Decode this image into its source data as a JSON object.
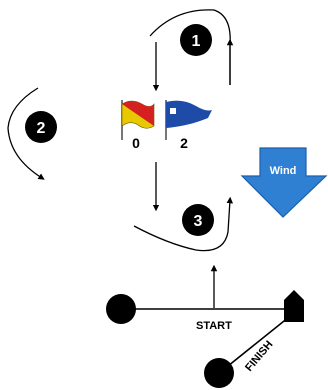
{
  "marks": [
    {
      "id": "mark-1",
      "label": "1"
    },
    {
      "id": "mark-2",
      "label": "2"
    },
    {
      "id": "mark-3",
      "label": "3"
    }
  ],
  "flags": [
    {
      "name": "oscar-flag",
      "count": "0",
      "colors": [
        "#e8c800",
        "#d42020"
      ]
    },
    {
      "name": "blue-pennant-flag",
      "count": "2",
      "colors": [
        "#1e4aa8",
        "#ffffff"
      ]
    }
  ],
  "wind": {
    "label": "Wind",
    "color": "#2f7fd2",
    "border": "#1e5fa8"
  },
  "start_line": {
    "label": "START"
  },
  "finish_line": {
    "label": "FINISH"
  },
  "colors": {
    "stroke": "#000000",
    "mark_fill": "#000000"
  }
}
